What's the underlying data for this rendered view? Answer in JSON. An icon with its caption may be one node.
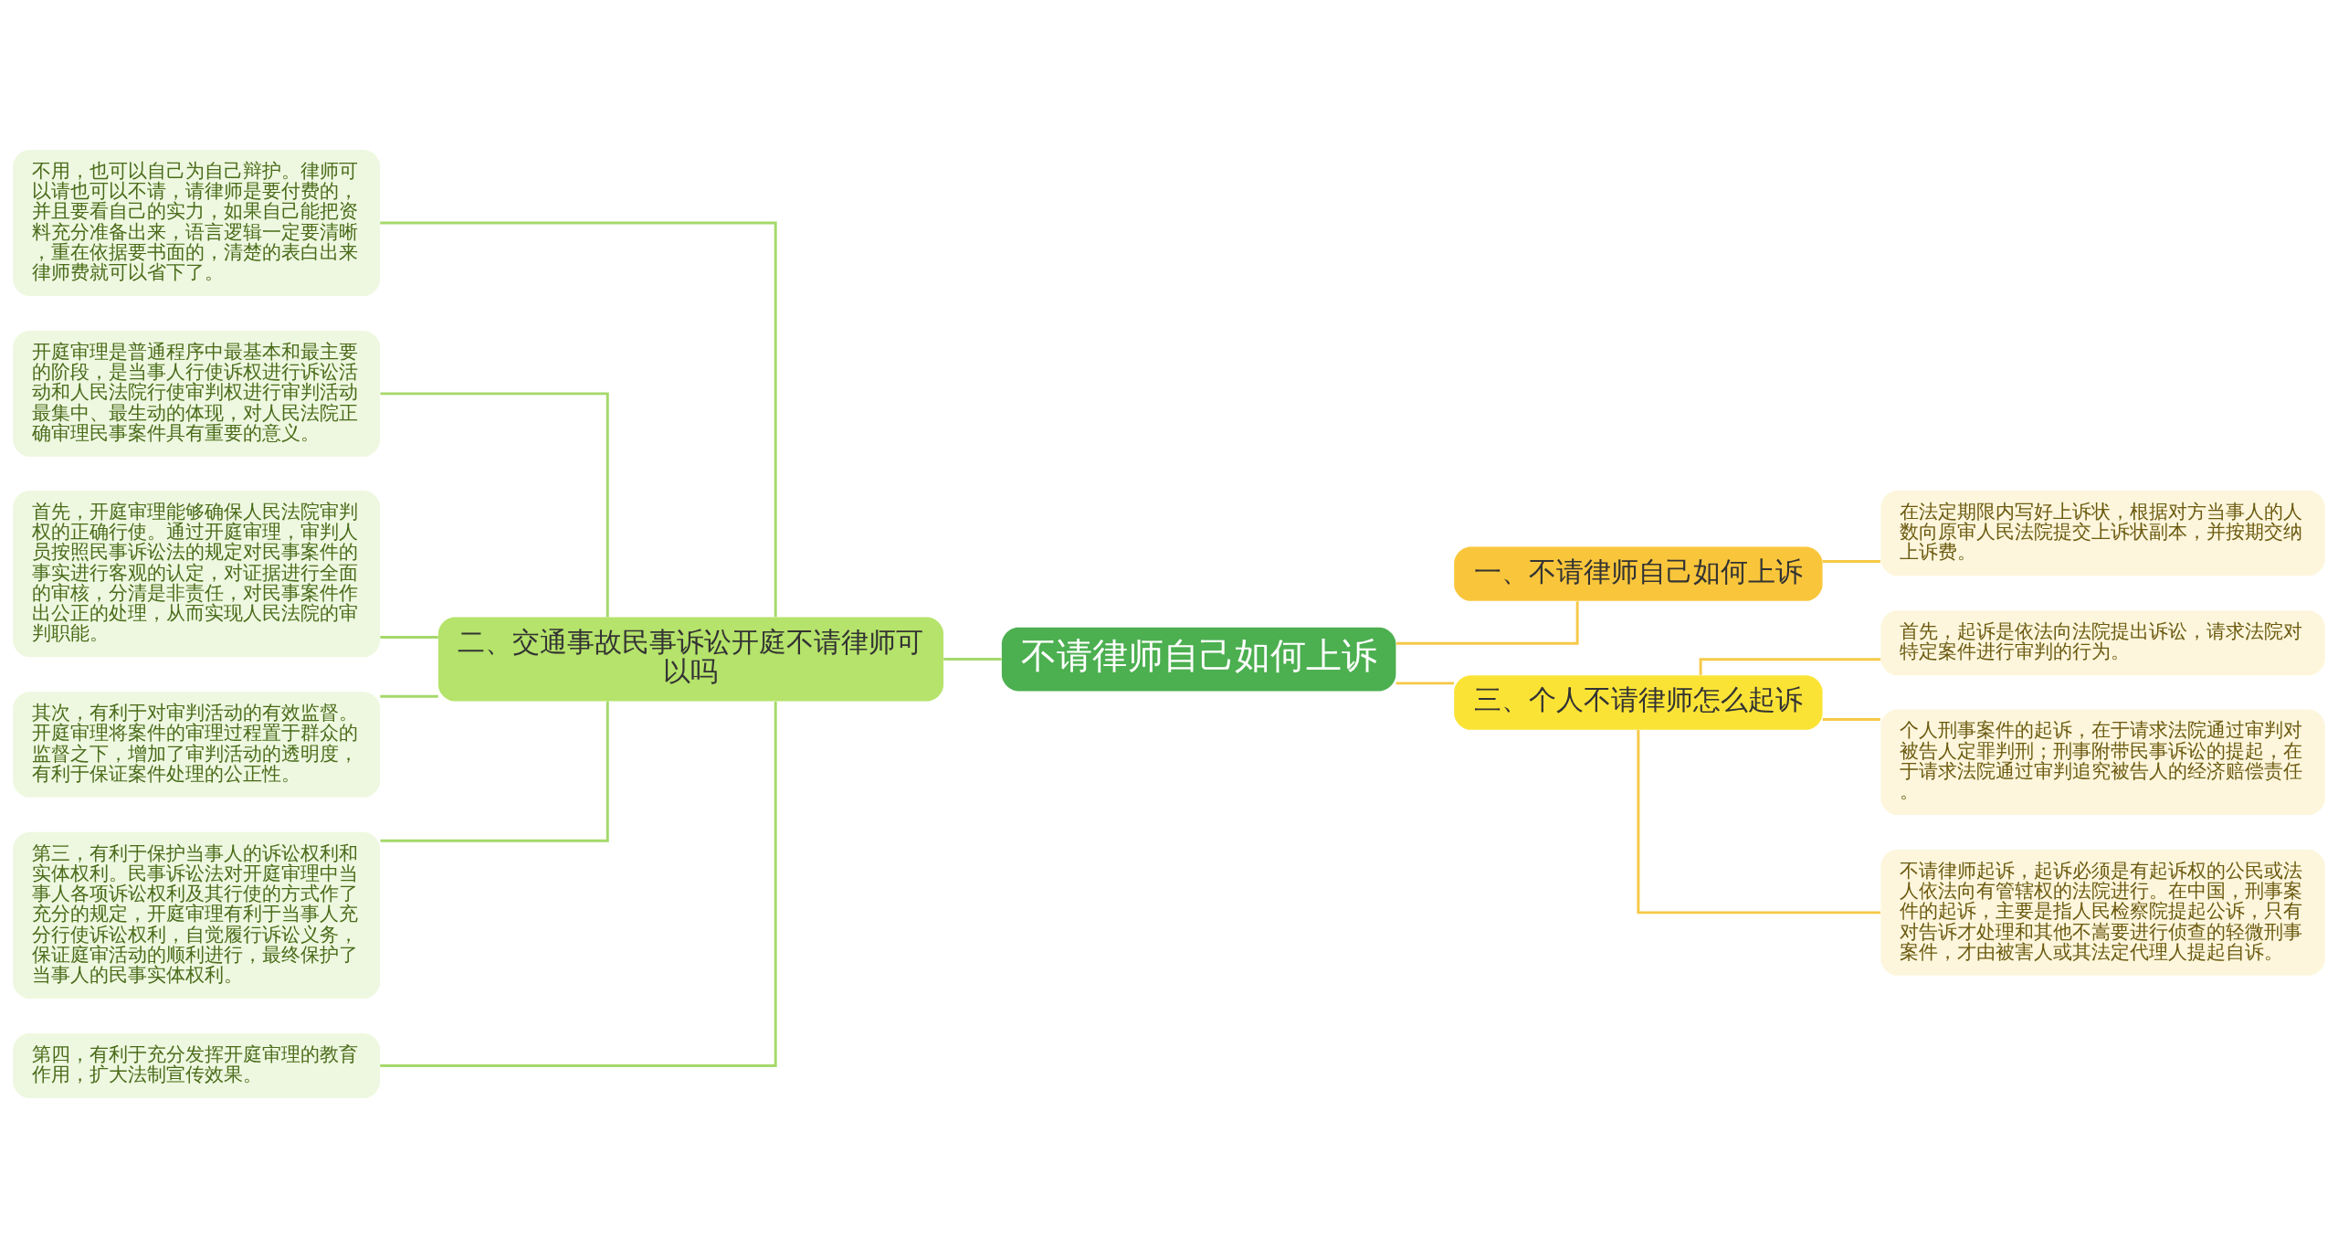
{
  "diagram": {
    "nodes": [
      {
        "text": [
          "不请律师自己如何上诉"
        ]
      },
      {
        "text": [
          "一、不请律师自己如何上诉"
        ]
      },
      {
        "text": [
          "在法定期限内写好上诉状，根据对方当事人的人数向原审人民法院提交上诉状副本，并按期交纳上诉费。"
        ]
      },
      {
        "text": [
          "三、个人不请律师怎么起诉"
        ]
      },
      {
        "text": [
          "首先，起诉是依法向法院提出诉讼，请求法院对特定案件进行审判的行为。"
        ]
      },
      {
        "text": [
          "个人刑事案件的起诉，在于请求法院通过审判对被告人定罪判刑；刑事附带民事诉讼的提起，在于请求法院通过审判追究被告人的经济赔偿责任。"
        ]
      },
      {
        "text": [
          "不请律师起诉，起诉必须是有起诉权的公民或法人依法向有管辖权的法院进行。在中国，刑事案件的起诉，主要是指人民检察院提起公诉，只有对告诉才处理和其他不嵩要进行侦查的轻微刑事案件，才由被害人或其法定代理人提起自诉。"
        ]
      },
      {
        "text": [
          "二、交通事故民事诉讼开庭不请律师可以吗"
        ]
      },
      {
        "text": [
          "不用，也可以自己为自己辩护。律师可以请也可以不请，请律师是要付费的，并且要看自己的实力，如果自己能把资料充分准备出来，语言逻辑一定要清晰，重在依据要书面的，清楚的表白出来律师费就可以省下了。"
        ]
      },
      {
        "text": [
          "开庭审理是普通程序中最基本和最主要的阶段，是当事人行使诉权进行诉讼活动和人民法院行使审判权进行审判活动最集中、最生动的体现，对人民法院正确审理民事案件具有重要的意义。"
        ]
      },
      {
        "text": [
          "首先，开庭审理能够确保人民法院审判权的正确行使。通过开庭审理，审判人员按照民事诉讼法的规定对民事案件的事实进行客观的认定，对证据进行全面的审核，分清是非责任，对民事案件作出公正的处理，从而实现人民法院的审判职能。"
        ]
      },
      {
        "text": [
          "其次，有利于对审判活动的有效监督。开庭审理将案件的审理过程置于群众的监督之下，增加了审判活动的透明度，有利于保证案件处理的公正性。"
        ]
      },
      {
        "text": [
          "第三，有利于保护当事人的诉讼权利和实体权利。民事诉讼法对开庭审理中当事人各项诉讼权利及其行使的方式作了充分的规定，开庭审理有利于当事人充分行使诉讼权利，自觉履行诉讼义务，保证庭审活动的顺利进行，最终保护了当事人的民事实体权利。"
        ]
      },
      {
        "text": [
          "第四，有利于充分发挥开庭审理的教育作用，扩大法制宣传效果。"
        ]
      }
    ],
    "edges": [
      {
        "from": 0,
        "to": 1,
        "arrow": "none",
        "color": "#f7c948"
      },
      {
        "from": 1,
        "to": 2,
        "arrow": "none",
        "color": "#f7c948"
      },
      {
        "from": 0,
        "to": 3,
        "arrow": "none",
        "color": "#f7c948"
      },
      {
        "from": 3,
        "to": 4,
        "arrow": "none",
        "color": "#f7c948"
      },
      {
        "from": 3,
        "to": 5,
        "arrow": "none",
        "color": "#f7c948"
      },
      {
        "from": 3,
        "to": 6,
        "arrow": "none",
        "color": "#f7c948"
      },
      {
        "from": 0,
        "to": 7,
        "arrow": "none"
      },
      {
        "from": 7,
        "to": 8,
        "arrow": "none"
      },
      {
        "from": 7,
        "to": 9,
        "arrow": "none"
      },
      {
        "from": 7,
        "to": 10,
        "arrow": "none"
      },
      {
        "from": 7,
        "to": 11,
        "arrow": "none"
      },
      {
        "from": 7,
        "to": 12,
        "arrow": "none"
      },
      {
        "from": 7,
        "to": 13,
        "arrow": "none"
      }
    ]
  }
}
